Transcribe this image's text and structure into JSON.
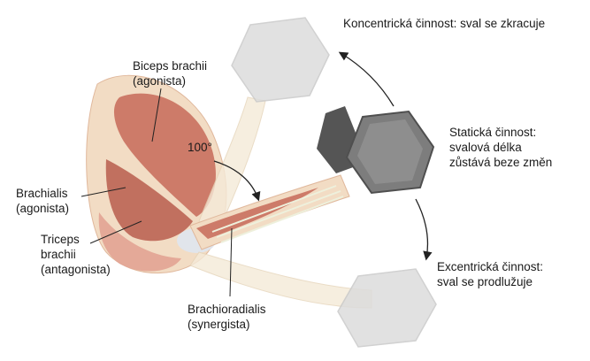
{
  "labels": {
    "biceps": {
      "line1": "Biceps brachii",
      "line2": "(agonista)"
    },
    "brachialis": {
      "line1": "Brachialis",
      "line2": "(agonista)"
    },
    "triceps": {
      "line1": "Triceps",
      "line2": "brachii",
      "line3": "(antagonista)"
    },
    "brachioradialis": {
      "line1": "Brachioradialis",
      "line2": "(synergista)"
    },
    "angle": "100°",
    "concentric": {
      "line1": "Koncentrická činnost: sval se zkracuje"
    },
    "static": {
      "line1": "Statická činnost:",
      "line2": "svalová délka",
      "line3": "zůstává beze změn"
    },
    "eccentric": {
      "line1": "Excentrická činnost:",
      "line2": "sval se prodlužuje"
    }
  },
  "colors": {
    "muscle": "#c9705f",
    "muscle_light": "#e2a394",
    "skin": "#f2dcc4",
    "tendon": "#eef0dc",
    "weight_dark": "#7d7d7d",
    "weight_ghost": "#dcdcdc",
    "arrow": "#222222"
  }
}
